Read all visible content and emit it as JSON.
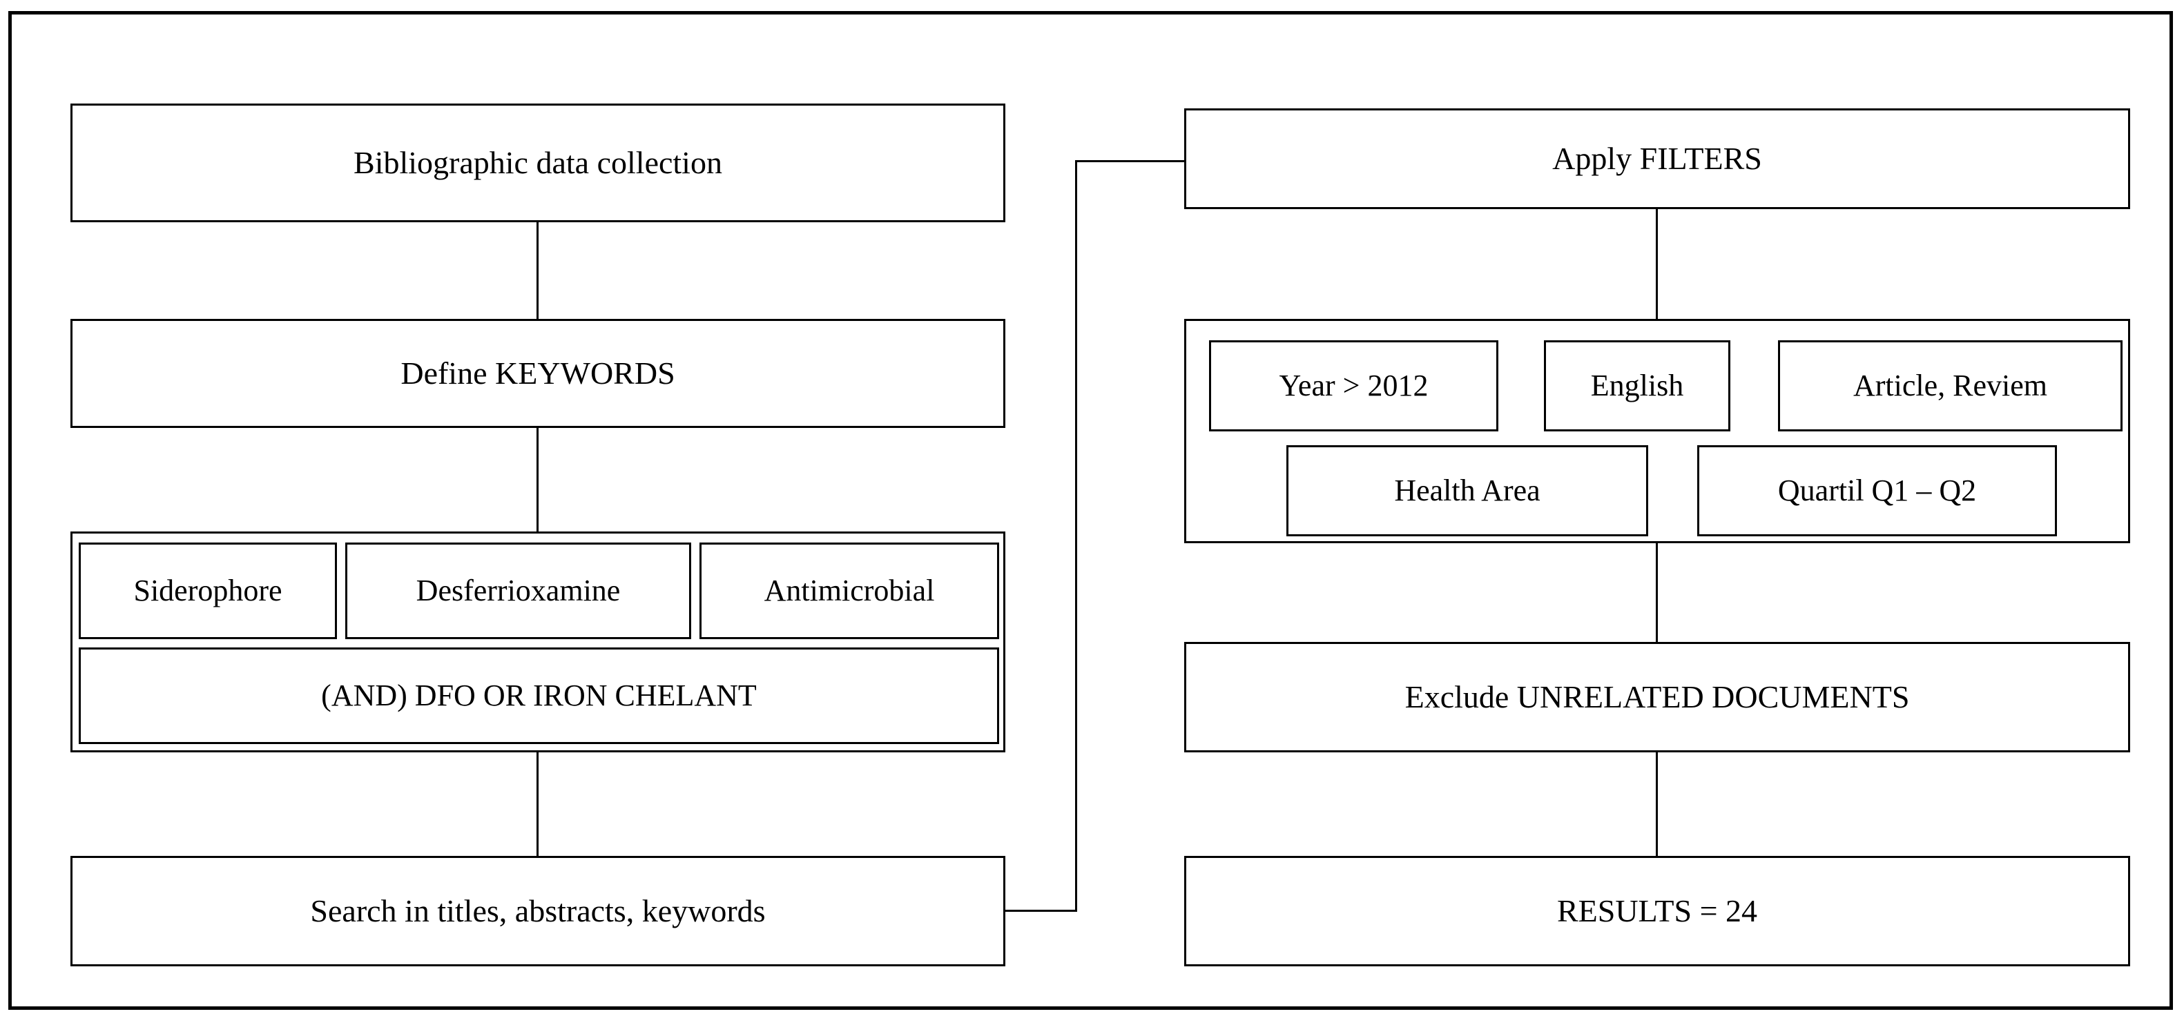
{
  "diagram": {
    "title": "Bibliographic search methodology flowchart",
    "background_color": "#ffffff",
    "line_color": "#000000",
    "text_color": "#000000"
  },
  "left_column": {
    "data_collection": {
      "label": "Bibliographic  data collection"
    },
    "define_keywords": {
      "label": "Define KEYWORDS"
    },
    "keywords_group": {
      "terms": [
        {
          "label": "Siderophore"
        },
        {
          "label": "Desferrioxamine"
        },
        {
          "label": "Antimicrobial"
        }
      ],
      "combiner": {
        "label": "(AND) DFO OR IRON CHELANT"
      }
    },
    "search_scope": {
      "label": "Search in titles, abstracts, keywords"
    }
  },
  "right_column": {
    "apply_filters": {
      "label": "Apply FILTERS"
    },
    "filters_group": {
      "row1": [
        {
          "label": "Year > 2012"
        },
        {
          "label": "English"
        },
        {
          "label": "Article, Reviem"
        }
      ],
      "row2": [
        {
          "label": "Health Area"
        },
        {
          "label": "Quartil Q1 – Q2"
        }
      ]
    },
    "exclude_unrelated": {
      "label": "Exclude UNRELATED DOCUMENTS"
    },
    "results": {
      "label": "RESULTS = 24"
    }
  }
}
